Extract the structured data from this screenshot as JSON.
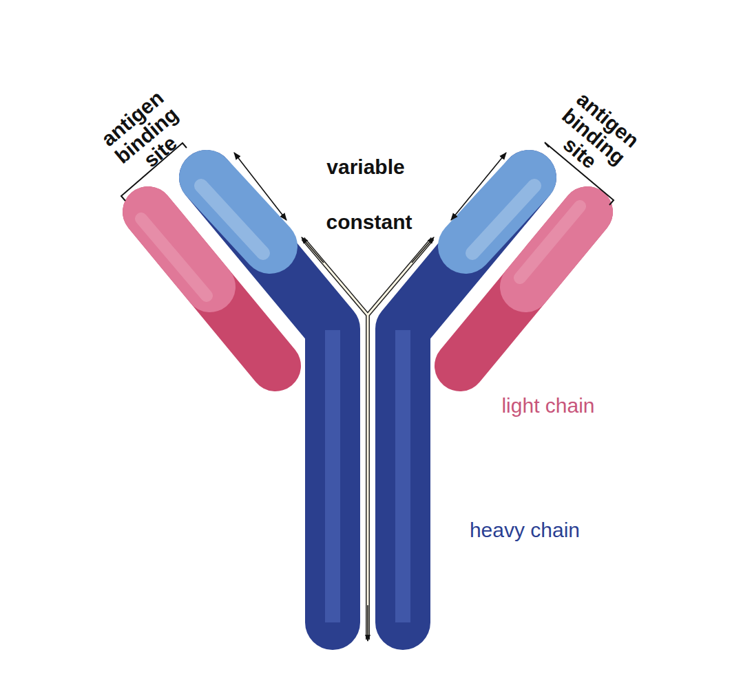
{
  "diagram": {
    "labels": [
      "antigen binding site",
      "antigen binding site",
      "variable",
      "constant",
      "light chain",
      "heavy chain"
    ]
  }
}
